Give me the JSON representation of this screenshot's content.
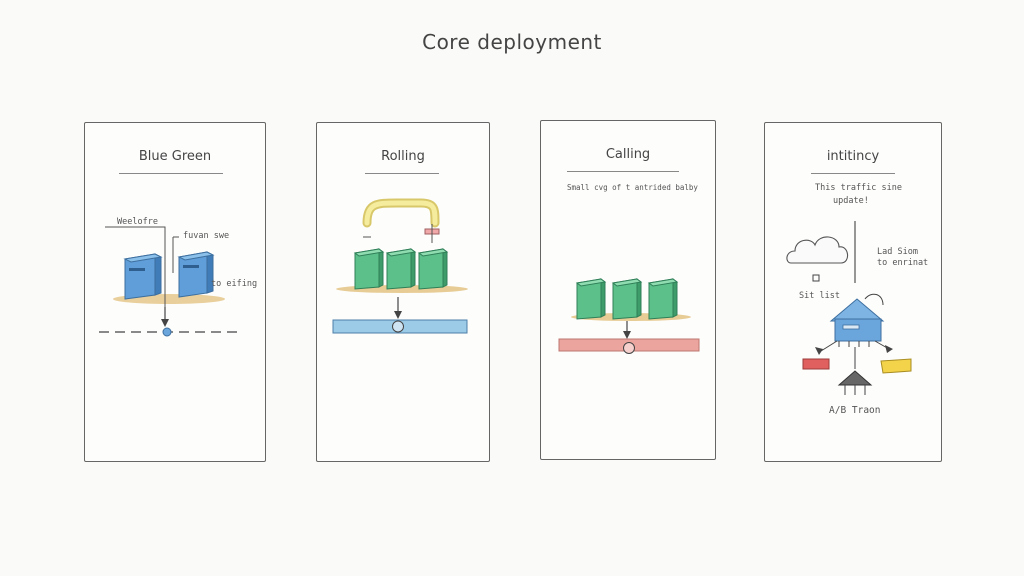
{
  "page": {
    "title": "Core deployment"
  },
  "panels": [
    {
      "id": "blue-green",
      "title": "Blue Green",
      "notes": [
        "Weelofre",
        "fuvan swe",
        "to eifing"
      ]
    },
    {
      "id": "rolling",
      "title": "Rolling",
      "notes": []
    },
    {
      "id": "calling",
      "title": "Calling",
      "notes": [
        "Small cvg of t antrided balby"
      ]
    },
    {
      "id": "instincy",
      "title": "intitincy",
      "notes": [
        "This traffic sine",
        "update!",
        "Lad Siom",
        "to enrinat",
        "Sit list",
        "A/B Traon"
      ]
    }
  ],
  "colors": {
    "ink": "#555555",
    "server_blue": "#6aa6dc",
    "server_green": "#5cc08a",
    "bar_blue": "#9ccbe8",
    "bar_red": "#ea9c94",
    "sand": "#e3c382",
    "pipe_yellow": "#f0e68c",
    "block_red": "#e06060",
    "block_yellow": "#f3d34a"
  }
}
